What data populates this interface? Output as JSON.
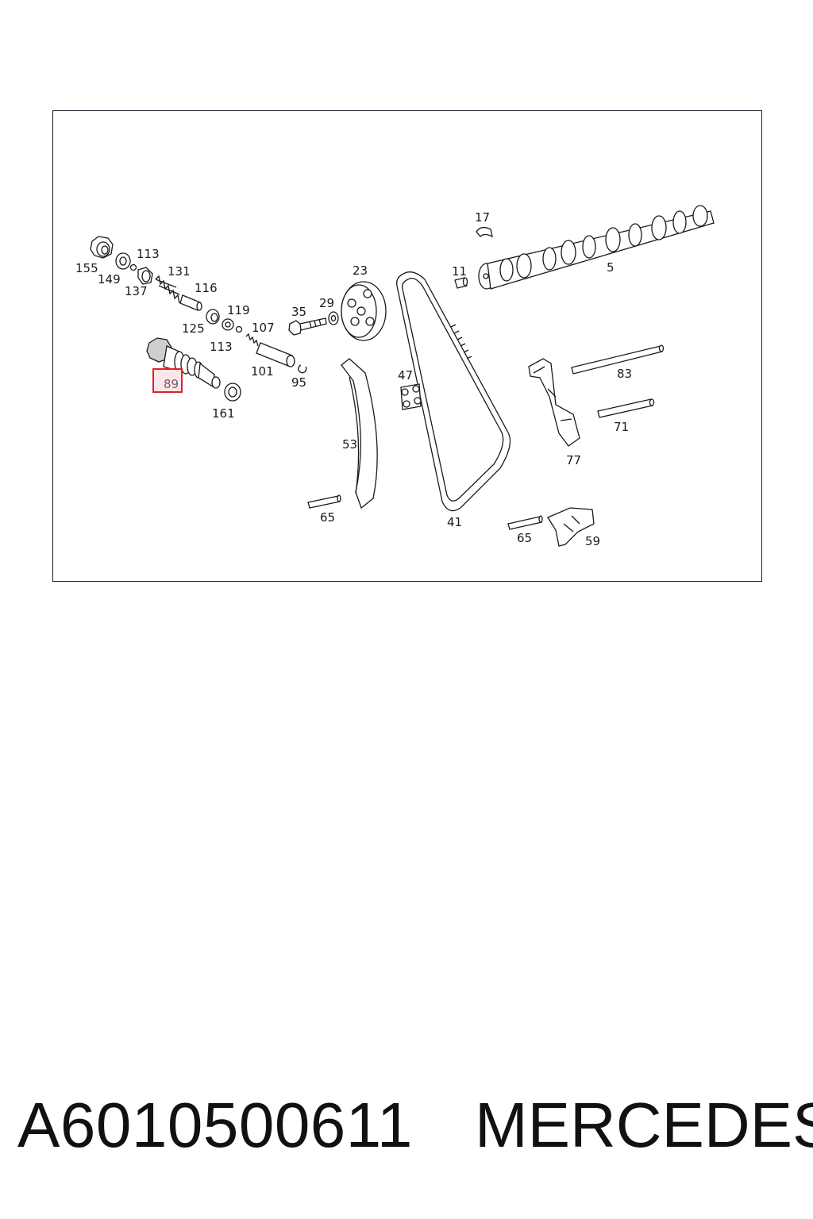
{
  "diagram": {
    "labels": {
      "l17": "17",
      "l155": "155",
      "l113a": "113",
      "l149": "149",
      "l131": "131",
      "l137": "137",
      "l116": "116",
      "l23": "23",
      "l11": "11",
      "l5": "5",
      "l35": "35",
      "l29": "29",
      "l119": "119",
      "l125": "125",
      "l107": "107",
      "l113b": "113",
      "l101": "101",
      "l95": "95",
      "l89": "89",
      "l161": "161",
      "l47": "47",
      "l83": "83",
      "l71": "71",
      "l53": "53",
      "l77": "77",
      "l65a": "65",
      "l41": "41",
      "l65b": "65",
      "l59": "59"
    },
    "highlight_color": "#e0202a",
    "highlight_fill": "#fde6ea"
  },
  "caption": {
    "part_number": "A6010500611",
    "brand": "MERCEDES"
  }
}
